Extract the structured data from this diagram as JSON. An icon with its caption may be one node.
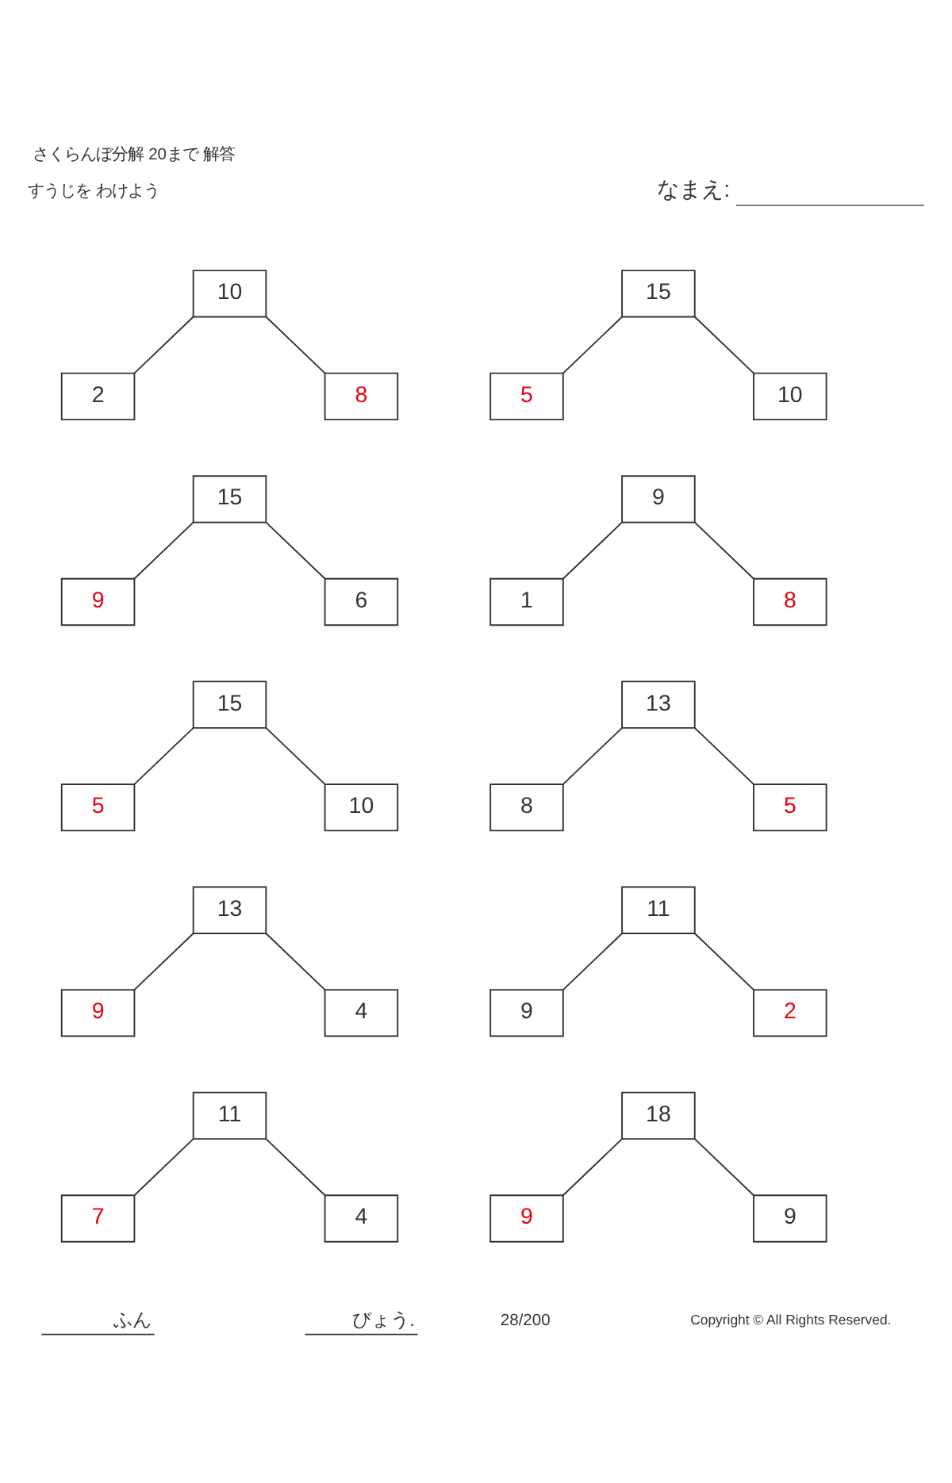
{
  "diagram": {
    "title": "さくらんぼ分解 20まで 解答",
    "nodes": [
      {
        "text": [
          "10"
        ]
      },
      {
        "text": [
          "15"
        ]
      },
      {
        "text": [
          "2"
        ]
      },
      {
        "text": [
          "8"
        ]
      },
      {
        "text": [
          "5"
        ]
      },
      {
        "text": [
          "10"
        ]
      },
      {
        "text": [
          "15"
        ]
      },
      {
        "text": [
          "9"
        ]
      },
      {
        "text": [
          "9"
        ]
      },
      {
        "text": [
          "6"
        ]
      },
      {
        "text": [
          "1"
        ]
      },
      {
        "text": [
          "8"
        ]
      },
      {
        "text": [
          "15"
        ]
      },
      {
        "text": [
          "13"
        ]
      },
      {
        "text": [
          "5"
        ]
      },
      {
        "text": [
          "10"
        ]
      },
      {
        "text": [
          "8"
        ]
      },
      {
        "text": [
          "5"
        ]
      },
      {
        "text": [
          "13"
        ]
      },
      {
        "text": [
          "11"
        ]
      },
      {
        "text": [
          "9"
        ]
      },
      {
        "text": [
          "4"
        ]
      },
      {
        "text": [
          "9"
        ]
      },
      {
        "text": [
          "2"
        ]
      },
      {
        "text": [
          "11"
        ]
      },
      {
        "text": [
          "18"
        ]
      },
      {
        "text": [
          "7"
        ]
      },
      {
        "text": [
          "4"
        ]
      },
      {
        "text": [
          "9"
        ]
      },
      {
        "text": [
          "9"
        ]
      }
    ],
    "edges": [
      {
        "from": 0,
        "to": 2,
        "arrow": "none"
      },
      {
        "from": 0,
        "to": 3,
        "arrow": "none"
      },
      {
        "from": 1,
        "to": 4,
        "arrow": "none"
      },
      {
        "from": 1,
        "to": 5,
        "arrow": "none"
      },
      {
        "from": 6,
        "to": 8,
        "arrow": "none"
      },
      {
        "from": 6,
        "to": 9,
        "arrow": "none"
      },
      {
        "from": 7,
        "to": 10,
        "arrow": "none"
      },
      {
        "from": 7,
        "to": 11,
        "arrow": "none"
      },
      {
        "from": 12,
        "to": 14,
        "arrow": "none"
      },
      {
        "from": 12,
        "to": 15,
        "arrow": "none"
      },
      {
        "from": 13,
        "to": 16,
        "arrow": "none"
      },
      {
        "from": 13,
        "to": 17,
        "arrow": "none"
      },
      {
        "from": 18,
        "to": 20,
        "arrow": "none"
      },
      {
        "from": 18,
        "to": 21,
        "arrow": "none"
      },
      {
        "from": 19,
        "to": 22,
        "arrow": "none"
      },
      {
        "from": 19,
        "to": 23,
        "arrow": "none"
      },
      {
        "from": 24,
        "to": 26,
        "arrow": "none"
      },
      {
        "from": 24,
        "to": 27,
        "arrow": "none"
      },
      {
        "from": 25,
        "to": 28,
        "arrow": "none"
      },
      {
        "from": 25,
        "to": 29,
        "arrow": "none"
      }
    ],
    "labels": [
      "すうじを わけよう",
      "なまえ:",
      "ふん",
      "びょう.",
      "28/200",
      "Copyright © All Rights Reserved."
    ]
  }
}
